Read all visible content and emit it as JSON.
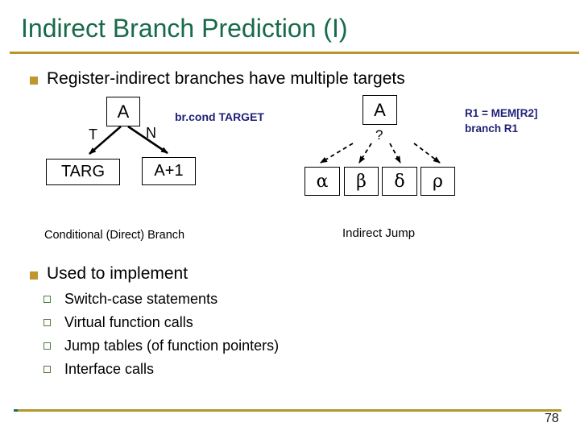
{
  "slide": {
    "title": "Indirect Branch Prediction (I)",
    "page_number": "78",
    "colors": {
      "title_green": "#176A4A",
      "rule_gold": "#B5962D",
      "bullet_gold": "#BE9730",
      "sub_bullet_green": "#4E7A50",
      "code_navy": "#1F1F78"
    }
  },
  "content": {
    "bullet1": "Register-indirect branches have multiple targets",
    "bullet2": "Used to implement",
    "sub_bullets": [
      "Switch-case statements",
      "Virtual function calls",
      "Jump tables (of function pointers)",
      "Interface calls"
    ]
  },
  "diagram": {
    "conditional": {
      "address_box": "A",
      "taken_label": "T",
      "not_taken_label": "N",
      "code": "br.cond TARGET",
      "target_box": "TARG",
      "fallthrough_box": "A+1",
      "caption": "Conditional (Direct) Branch"
    },
    "indirect": {
      "address_box": "A",
      "question_mark": "?",
      "targets": [
        "α",
        "β",
        "δ",
        "ρ"
      ],
      "code_line1": "R1 = MEM[R2]",
      "code_line2": "branch R1",
      "caption": "Indirect Jump"
    }
  }
}
